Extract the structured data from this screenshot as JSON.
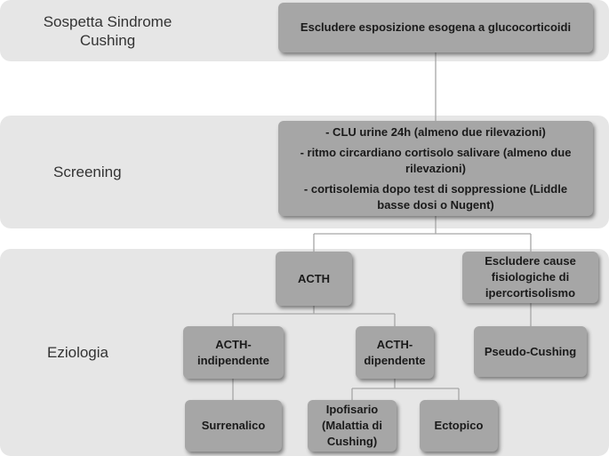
{
  "bands": [
    {
      "label": "Sospetta Sindrome\nCushing"
    },
    {
      "label": "Screening"
    },
    {
      "label": "Eziologia"
    }
  ],
  "nodes": {
    "escludere_esposizione": "Escludere esposizione esogena a glucocorticoidi",
    "screening_items": [
      "- CLU urine 24h (almeno due rilevazioni)",
      "- ritmo circardiano cortisolo salivare (almeno due rilevazioni)",
      "- cortisolemia dopo test di soppressione  (Liddle basse dosi o Nugent)"
    ],
    "acth": "ACTH",
    "escludere_cause": "Escludere cause fisiologiche di ipercortisolismo",
    "acth_indipendente": "ACTH-indipendente",
    "acth_dipendente": "ACTH-dipendente",
    "pseudo_cushing": "Pseudo-Cushing",
    "surrenalico": "Surrenalico",
    "ipofisario": "Ipofisario (Malattia di Cushing)",
    "ectopico": "Ectopico"
  },
  "colors": {
    "band": "#e6e6e6",
    "node": "#a6a6a6",
    "connector": "#a6a6a6"
  }
}
